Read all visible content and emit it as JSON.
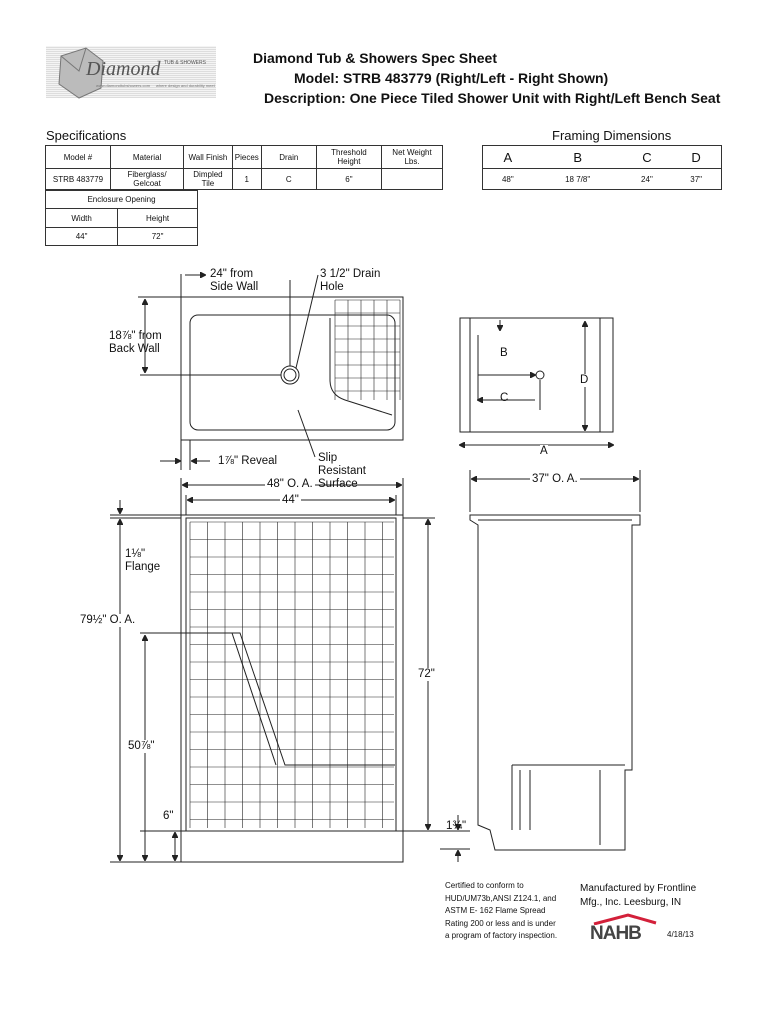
{
  "header": {
    "company": "Diamond",
    "company_sub": "TUB & SHOWERS",
    "tagline": "where design and durability meet",
    "website": "www.diamondtubshowers.com",
    "title": "Diamond Tub & Showers Spec Sheet",
    "model_line": "Model: STRB 483779 (Right/Left - Right Shown)",
    "description_line": "Description: One Piece Tiled Shower Unit with Right/Left Bench Seat"
  },
  "specs": {
    "heading": "Specifications",
    "headers": [
      "Model #",
      "Material",
      "Wall Finish",
      "Pieces",
      "Drain",
      "Threshold Height",
      "Net Weight Lbs."
    ],
    "row": [
      "STRB 483779",
      "Fiberglass/ Gelcoat",
      "Dimpled Tile",
      "1",
      "C",
      "6\"",
      ""
    ],
    "enclosure_heading": "Enclosure Opening",
    "enclosure_headers": [
      "Width",
      "Height"
    ],
    "enclosure_values": [
      "44\"",
      "72\""
    ]
  },
  "framing": {
    "heading": "Framing Dimensions",
    "headers": [
      "A",
      "B",
      "C",
      "D"
    ],
    "values": [
      "48\"",
      "18 7/8\"",
      "24\"",
      "37\""
    ]
  },
  "drawing": {
    "from_side_wall": "24\" from Side Wall",
    "drain_hole": "3 1/2\" Drain Hole",
    "from_back_wall": "18⅞\" from Back Wall",
    "reveal": "1⅞\" Reveal",
    "slip": "Slip Resistant Surface",
    "oa_width": "48\" O. A.",
    "inner_width": "44\"",
    "flange": "1⅛\" Flange",
    "oa_height": "79½\" O. A.",
    "bench": "50⅞\"",
    "threshold": "6\"",
    "height": "72\"",
    "lip": "1¾\"",
    "depth": "37\" O. A.",
    "fA": "A",
    "fB": "B",
    "fC": "C",
    "fD": "D"
  },
  "footer": {
    "cert": [
      "Certified to conform to",
      "HUD/UM73b,ANSI Z124.1, and",
      "ASTM E- 162 Flame Spread",
      "Rating 200 or less and  is under",
      "a program of  factory inspection."
    ],
    "manufacturer": [
      "Manufactured by Frontline",
      "Mfg., Inc. Leesburg, IN"
    ],
    "nahb": "NAHB",
    "date": "4/18/13"
  }
}
